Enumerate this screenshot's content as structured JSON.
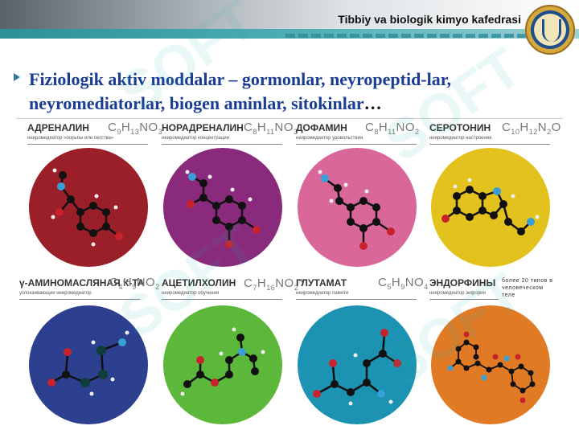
{
  "header": {
    "department": "Tibbiy va biologik kimyo kafedrasi",
    "colors": {
      "band_dark": "#5a6268",
      "band_teal": "#2e8f98"
    }
  },
  "slide": {
    "title": "Fiziologik aktiv moddalar – gormonlar, neyropeptid-lar, neyromediatorlar, biogen aminlar, sitokinlar",
    "title_ellipsis": "…",
    "title_color": "#1a3d92"
  },
  "molecules": [
    {
      "name": "АДРЕНАЛИН",
      "formula_parts": [
        "C",
        "9",
        "H",
        "13",
        "NO",
        "3"
      ],
      "subtitle": "нейромедиатор «борьбы или бегства»",
      "color": "#9a1f28"
    },
    {
      "name": "НОРАДРЕНАЛИН",
      "formula_parts": [
        "C",
        "8",
        "H",
        "11",
        "NO",
        "3"
      ],
      "subtitle": "нейромедиатор концентрации",
      "color": "#8a2a7c"
    },
    {
      "name": "ДОФАМИН",
      "formula_parts": [
        "C",
        "8",
        "H",
        "11",
        "NO",
        "2"
      ],
      "subtitle": "нейромедиатор удовольствия",
      "color": "#d9679a"
    },
    {
      "name": "СЕРОТОНИН",
      "formula_parts": [
        "C",
        "10",
        "H",
        "12",
        "N",
        "2",
        "O",
        ""
      ],
      "subtitle": "нейромедиатор настроения",
      "color": "#e3c21e"
    },
    {
      "name": "γ-АМИНОМАСЛЯНАЯ К-ТА",
      "formula_parts": [
        "C",
        "4",
        "H",
        "9",
        "NO",
        "2"
      ],
      "subtitle": "успокаивающий нейромедиатор",
      "color": "#2d3f8f"
    },
    {
      "name": "АЦЕТИЛХОЛИН",
      "formula_parts": [
        "C",
        "7",
        "H",
        "16",
        "NO",
        "2",
        "⁺",
        ""
      ],
      "subtitle": "нейромедиатор обучения",
      "color": "#5cb83a"
    },
    {
      "name": "ГЛУТАМАТ",
      "formula_parts": [
        "C",
        "5",
        "H",
        "9",
        "NO",
        "4"
      ],
      "subtitle": "нейромедиатор памяти",
      "color": "#1c93b2"
    },
    {
      "name": "ЭНДОРФИНЫ",
      "formula_parts": [],
      "note": "более 20 типов в человеческом теле",
      "subtitle": "нейромедиатор эйфории",
      "color": "#e17a25"
    }
  ]
}
